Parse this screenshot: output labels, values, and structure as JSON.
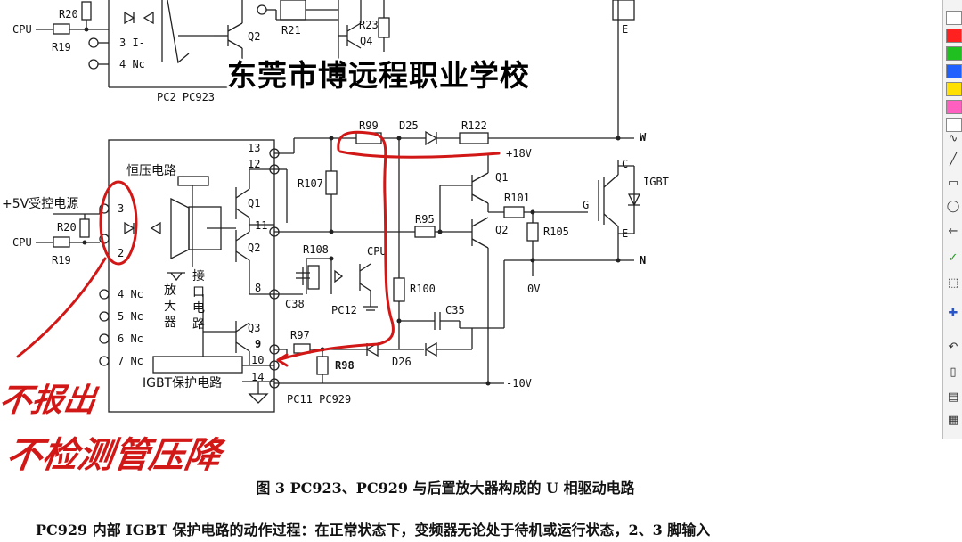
{
  "watermark": "东莞市博远程职业学校",
  "caption": "图 3   PC923、PC929 与后置放大器构成的 U 相驱动电路",
  "paragraph": "PC929 内部 IGBT 保护电路的动作过程：在正常状态下，变频器无论处于待机或运行状态，2、3 脚输入",
  "annotations": {
    "line1": "不报出",
    "line2": "不检测管压降"
  },
  "labels": {
    "cpu_top": "CPU",
    "r20_top": "R20",
    "r19_top": "R19",
    "pin3_top": "3 I-",
    "pin4_top": "4 Nc",
    "q2_top": "Q2",
    "r21": "R21",
    "r23": "R23",
    "q4": "Q4",
    "pc2": "PC2  PC923",
    "e_top": "E",
    "r99": "R99",
    "d25": "D25",
    "r122": "R122",
    "w": "W",
    "v18": "+18V",
    "pin13": "13",
    "pin12": "12",
    "pin11": "11",
    "pin8": "8",
    "pin9": "9",
    "pin10": "10",
    "pin14": "14",
    "const_v": "恒压电路",
    "v5": "+5V受控电源",
    "cpu_mid": "CPU",
    "r20_mid": "R20",
    "r19_mid": "R19",
    "pin3": "3",
    "pin2": "2",
    "pin4": "4 Nc",
    "pin5": "5 Nc",
    "pin6": "6 Nc",
    "pin7": "7 Nc",
    "q1_in": "Q1",
    "q2_in": "Q2",
    "q3_in": "Q3",
    "amp1": "放",
    "amp2": "大",
    "amp3": "器",
    "if1": "接",
    "if2": "口",
    "if3": "电",
    "if4": "路",
    "igbt_prot": "IGBT保护电路",
    "r107": "R107",
    "r108": "R108",
    "cpu_opto": "CPU",
    "c38": "C38",
    "pc12": "PC12",
    "r100": "R100",
    "c35": "C35",
    "r97": "R97",
    "r98": "R98",
    "d26": "D26",
    "pc11": "PC11  PC929",
    "v10": "-10V",
    "q1_out": "Q1",
    "r101": "R101",
    "r95": "R95",
    "q2_out": "Q2",
    "r105": "R105",
    "c": "C",
    "igbt": "IGBT",
    "g": "G",
    "e": "E",
    "n": "N",
    "ov": "0V"
  },
  "toolbar": {
    "colors": [
      "#ffffff",
      "#ff2020",
      "#20c020",
      "#2060ff",
      "#ffe000",
      "#ff60c0",
      "#ffffff"
    ],
    "tools": [
      "pen-tool",
      "line-tool",
      "rect-tool",
      "ellipse-tool",
      "arrow-tool",
      "check-tool",
      "select-tool",
      "plus-tool",
      "undo-tool",
      "page-tool",
      "print-tool",
      "save-tool"
    ]
  }
}
